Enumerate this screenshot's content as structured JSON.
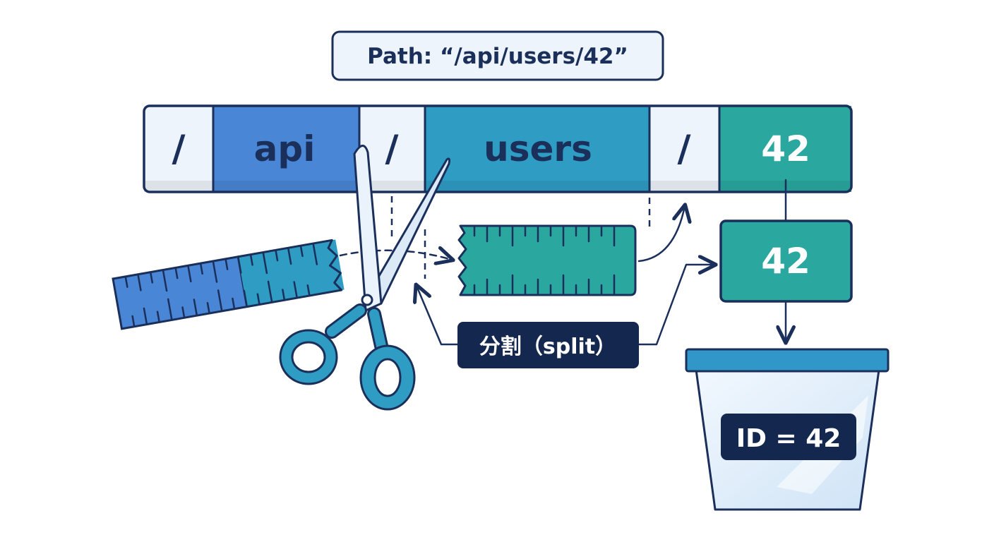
{
  "path_label": "Path: “/api/users/42”",
  "segments": [
    {
      "text": "/",
      "role": "separator"
    },
    {
      "text": "api",
      "role": "segment"
    },
    {
      "text": "/",
      "role": "separator"
    },
    {
      "text": "users",
      "role": "segment"
    },
    {
      "text": "/",
      "role": "separator"
    },
    {
      "text": "42",
      "role": "segment"
    }
  ],
  "extracted_value": "42",
  "split_label": "分割（split）",
  "result_label": "ID = 42",
  "colors": {
    "outline": "#1b2f5b",
    "separator_fill": "#eef4fb",
    "api_fill": "#4a86d6",
    "users_fill": "#2f9cc4",
    "id_fill": "#2aa8a0",
    "badge_dark": "#14284f",
    "container_lid": "#3196c8",
    "container_body": "#e6f1fb"
  }
}
